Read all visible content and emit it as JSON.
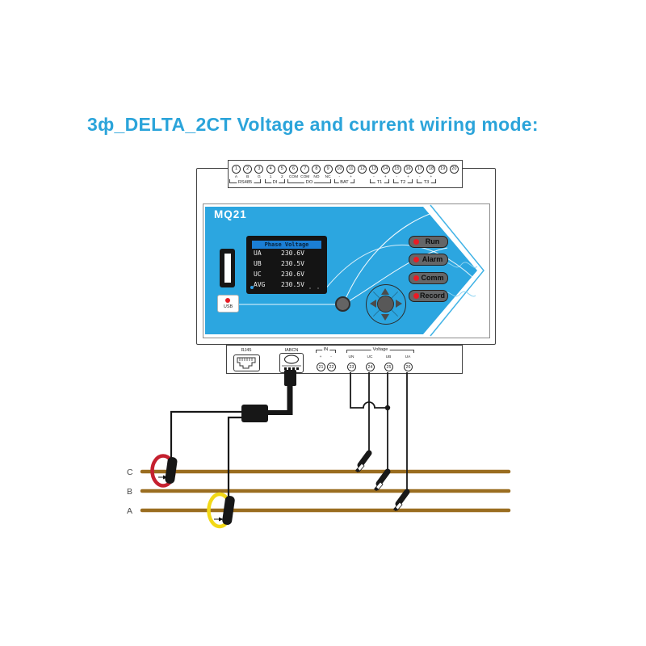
{
  "title": "3ф_DELTA_2CT Voltage and current wiring  mode:",
  "device": {
    "model": "MQ21",
    "lcd": {
      "header": "Phase Voltage",
      "rows": [
        {
          "label": "UA",
          "value": "230.6V"
        },
        {
          "label": "UB",
          "value": "230.5V"
        },
        {
          "label": "UC",
          "value": "230.6V"
        },
        {
          "label": "AVG",
          "value": "230.5V"
        }
      ]
    },
    "usb_label": "USB",
    "indicators": [
      {
        "label": "Run"
      },
      {
        "label": "Alarm"
      },
      {
        "label": "Comm"
      },
      {
        "label": "Record"
      }
    ]
  },
  "top_strip": {
    "terminals": [
      {
        "n": "1",
        "pin": "A"
      },
      {
        "n": "2",
        "pin": "B"
      },
      {
        "n": "3",
        "pin": "G"
      },
      {
        "n": "4",
        "pin": "1"
      },
      {
        "n": "5",
        "pin": "2"
      },
      {
        "n": "6",
        "pin": "COM"
      },
      {
        "n": "7",
        "pin": "COM"
      },
      {
        "n": "8",
        "pin": "NO"
      },
      {
        "n": "9",
        "pin": "NC"
      },
      {
        "n": "10",
        "pin": "-"
      },
      {
        "n": "11",
        "pin": "+"
      },
      {
        "n": "12",
        "pin": ""
      },
      {
        "n": "13",
        "pin": "-"
      },
      {
        "n": "14",
        "pin": "+"
      },
      {
        "n": "15",
        "pin": "-"
      },
      {
        "n": "16",
        "pin": "+"
      },
      {
        "n": "17",
        "pin": "-"
      },
      {
        "n": "18",
        "pin": "+"
      },
      {
        "n": "19",
        "pin": ""
      },
      {
        "n": "20",
        "pin": ""
      }
    ],
    "groups": [
      {
        "label": "RS485"
      },
      {
        "label": "DI"
      },
      {
        "label": "DO"
      },
      {
        "label": "BAT"
      },
      {
        "label": "T1"
      },
      {
        "label": "T2"
      },
      {
        "label": "T3"
      }
    ]
  },
  "bottom_strip": {
    "rj45_label": "RJ45",
    "iabcn_label": "IABCN",
    "in_group": {
      "label": "IN",
      "pins": [
        "+",
        "-"
      ],
      "terminals": [
        "21",
        "22"
      ]
    },
    "voltage_group": {
      "label": "Voltage",
      "pins": [
        "UN",
        "UC",
        "UB",
        "UA"
      ],
      "terminals": [
        "23",
        "24",
        "25",
        "26"
      ]
    }
  },
  "bus": {
    "phases": [
      "C",
      "B",
      "A"
    ]
  },
  "colors": {
    "panel_blue": "#2ca6e0",
    "title_blue": "#2ba4da",
    "lcd_header_blue": "#1b7ed4",
    "led_red": "#ea1b24",
    "bus_brown": "#9a6d20",
    "ct_ring_phase_c": "#c5202f",
    "ct_ring_phase_a": "#f2d816"
  }
}
